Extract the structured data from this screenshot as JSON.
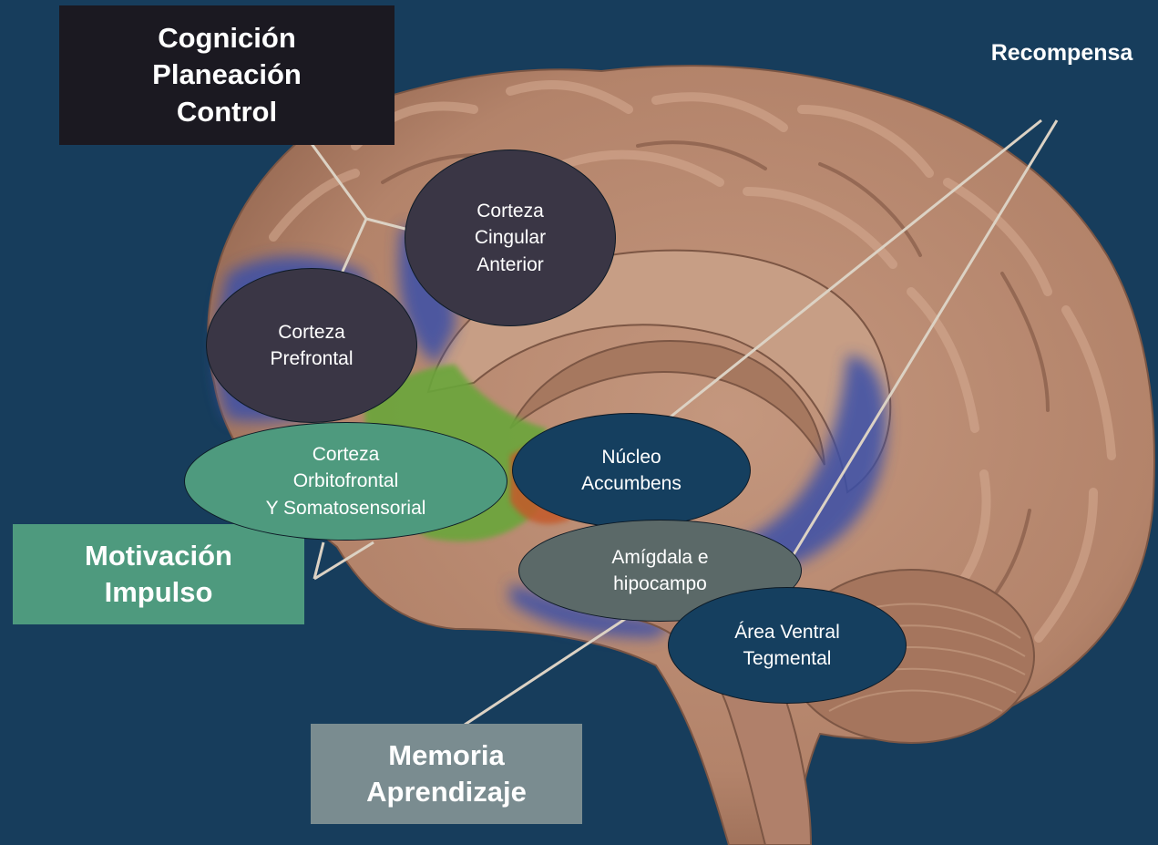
{
  "colors": {
    "background": "#173d5c",
    "brain": "#b98a70",
    "brain_dark": "#8c5f49",
    "blue_region": "#3a4fa8",
    "green_region": "#6aa63a",
    "orange_region": "#c45a2a",
    "box_cognition": "#1b1921",
    "box_motivation": "#4e9a7e",
    "box_memory": "#7a8c90",
    "oval_dark": "#3a3645",
    "oval_navy": "#153f5f",
    "oval_teal": "#4e9a7e",
    "oval_gray": "#5b6968",
    "connector": "#dcd2c4"
  },
  "boxes": {
    "cognition": {
      "lines": [
        "Cognición",
        "Planeación",
        "Control"
      ]
    },
    "motivation": {
      "lines": [
        "Motivación",
        "Impulso"
      ]
    },
    "memory": {
      "lines": [
        "Memoria",
        "Aprendizaje"
      ]
    },
    "reward": {
      "label": "Recompensa"
    }
  },
  "regions": {
    "cingulate": {
      "lines": [
        "Corteza",
        "Cingular",
        "Anterior"
      ]
    },
    "prefrontal": {
      "lines": [
        "Corteza",
        "Prefrontal"
      ]
    },
    "orbitofrontal": {
      "lines": [
        "Corteza",
        "Orbitofrontal",
        "Y Somatosensorial"
      ]
    },
    "accumbens": {
      "lines": [
        "Núcleo",
        "Accumbens"
      ]
    },
    "amygdala": {
      "lines": [
        "Amígdala e",
        "hipocampo"
      ]
    },
    "vta": {
      "lines": [
        "Área Ventral",
        "Tegmental"
      ]
    }
  }
}
